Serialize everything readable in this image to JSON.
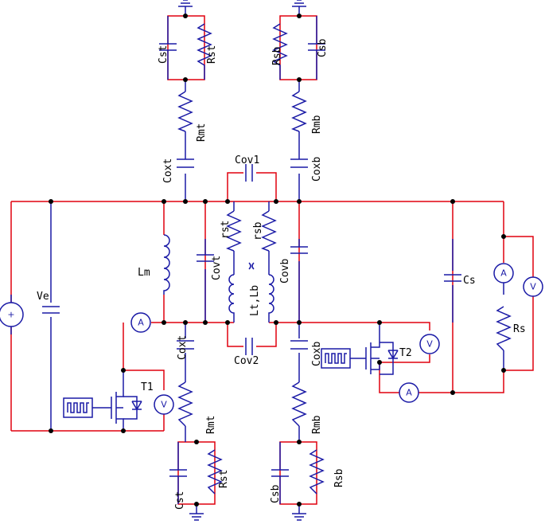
{
  "labels": {
    "ve": "Ve",
    "lm": "Lm",
    "cst_top": "Cst",
    "rst_top": "Rst",
    "rmt_top": "Rmt",
    "coxt_top": "Coxt",
    "rsb_top": "Rsb",
    "csb_top": "Csb",
    "rmb_top": "Rmb",
    "coxb_top": "Coxb",
    "cov1": "Cov1",
    "cov2": "Cov2",
    "covt": "Covt",
    "covb": "Covb",
    "rst_mid": "rst",
    "rsb_mid": "rsb",
    "ltlb": "Lt,Lb",
    "t1": "T1",
    "t2": "T2",
    "coxt_bot": "Coxt",
    "rmt_bot": "Rmt",
    "cst_bot": "Cst",
    "rst_bot": "Rst",
    "coxb_bot": "Coxb",
    "rmb_bot": "Rmb",
    "csb_bot": "Csb",
    "rsb_bot": "Rsb",
    "cs": "Cs",
    "rs": "Rs"
  },
  "meters": {
    "ammeter": "A",
    "voltmeter": "V",
    "source_sign": "+"
  },
  "colors": {
    "wire_red": "#e0000f",
    "component_blue": "#1a1aa6",
    "node_black": "#000000"
  }
}
